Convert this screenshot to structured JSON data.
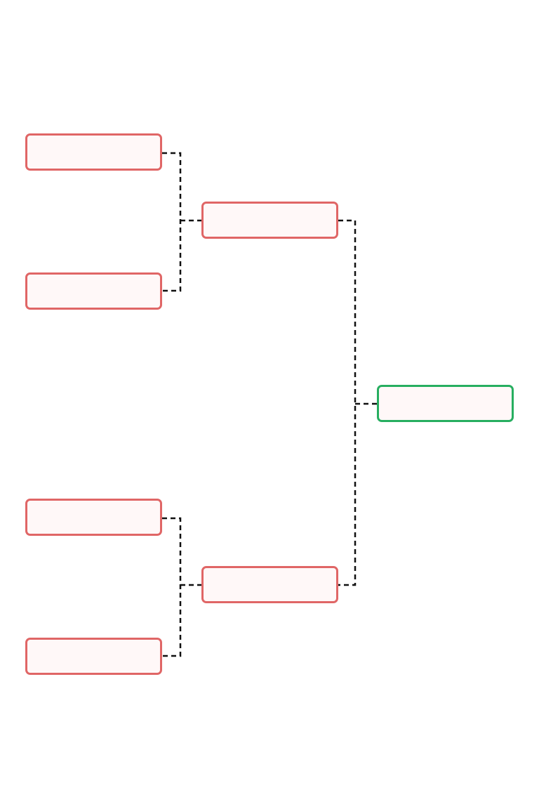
{
  "colors": {
    "slot_border": "#e06666",
    "final_border": "#27ae60",
    "slot_fill": "#fff8f8",
    "connector": "#111111"
  },
  "rounds": [
    {
      "slots": [
        {
          "name": "",
          "outcome": "eliminated"
        },
        {
          "name": "",
          "outcome": "eliminated"
        },
        {
          "name": "",
          "outcome": "eliminated"
        },
        {
          "name": "",
          "outcome": "eliminated"
        }
      ]
    },
    {
      "slots": [
        {
          "name": "",
          "outcome": "eliminated"
        },
        {
          "name": "",
          "outcome": "eliminated"
        }
      ]
    },
    {
      "slots": [
        {
          "name": "",
          "outcome": "winner"
        }
      ]
    }
  ]
}
